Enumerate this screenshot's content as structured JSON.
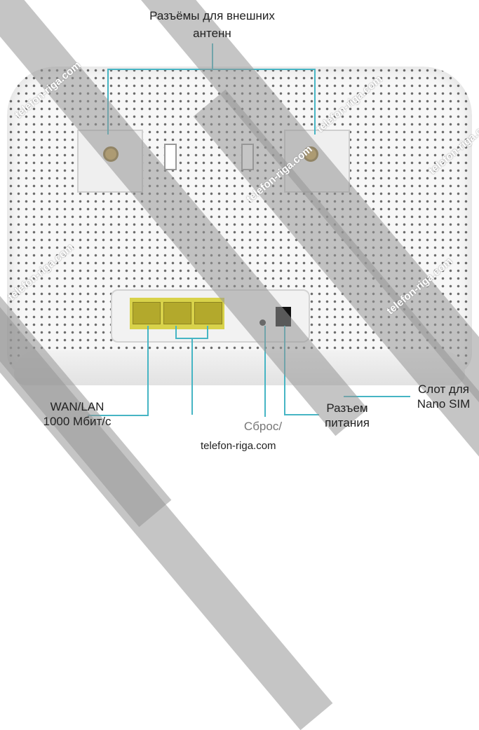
{
  "title": {
    "line1": "Разъёмы для внешних",
    "line2": "антенн"
  },
  "labels": {
    "wan_lan_1": "WAN/LAN",
    "wan_lan_2": "1000 Мбит/с",
    "power_1": "Разъем",
    "power_2": "питания",
    "sim_1": "Слот для",
    "sim_2": "Nano SIM",
    "reset": "Сброс/"
  },
  "watermark": "telefon-riga.com",
  "colors": {
    "callout": "#46b5c4",
    "ports": "#d8d24a"
  }
}
